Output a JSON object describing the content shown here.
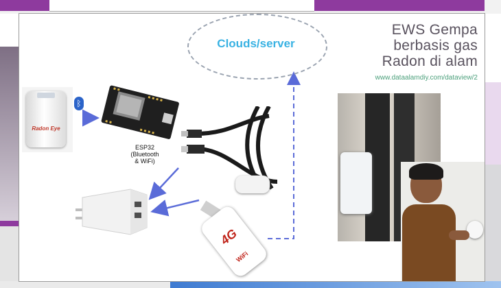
{
  "cloud": {
    "label": "Clouds/server"
  },
  "ews": {
    "line1": "EWS Gempa",
    "line2": "berbasis gas",
    "line3": "Radon di alam",
    "url": "www.dataalamdiy.com/dataview/2"
  },
  "esp32": {
    "line1": "ESP32",
    "line2": "(Bluetooth",
    "line3": "& WiFi)"
  },
  "device": {
    "brand": "Radon Eye"
  },
  "modem": {
    "brand": "4G",
    "wifi": "WiFi"
  },
  "colors": {
    "accent_purple": "#8e3a9e",
    "arrow_blue": "#5a6bd8",
    "cloud_text": "#39b2e3"
  }
}
